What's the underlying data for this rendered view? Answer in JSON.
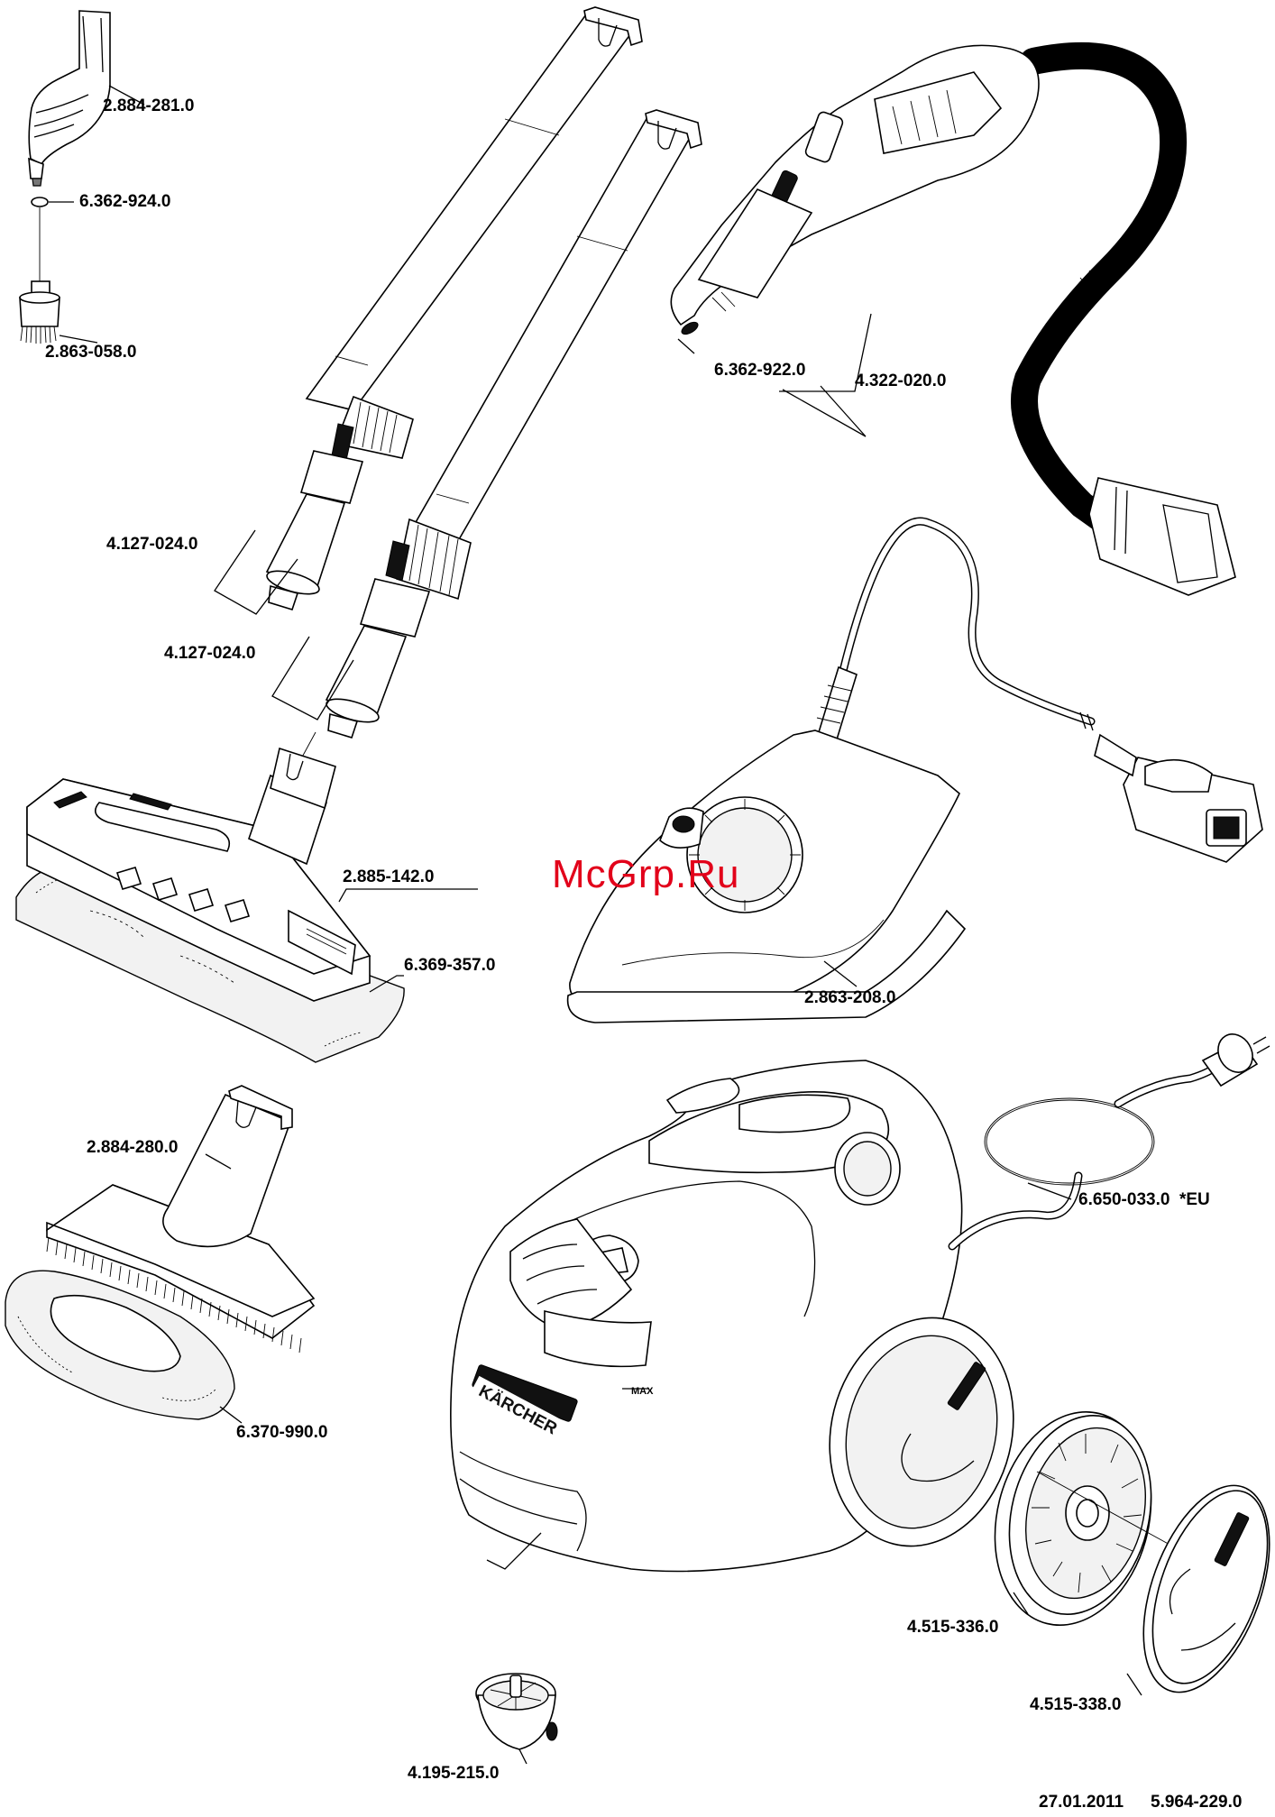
{
  "diagram": {
    "part_labels": [
      "2.884-281.0",
      "6.362-924.0",
      "2.863-058.0",
      "4.127-024.0",
      "4.127-024.0",
      "6.362-922.0",
      "4.322-020.0",
      "2.885-142.0",
      "6.369-357.0",
      "2.863-208.0",
      "2.884-280.0",
      "6.370-990.0",
      "6.650-033.0  *EU",
      "4.515-336.0",
      "4.515-338.0",
      "4.195-215.0"
    ],
    "watermark": "McGrp.Ru",
    "brand_marks": [
      "KÄRCHER"
    ],
    "footer_date": "27.01.2011",
    "footer_docnum": "5.964-229.0",
    "max_mark": "MAX"
  }
}
